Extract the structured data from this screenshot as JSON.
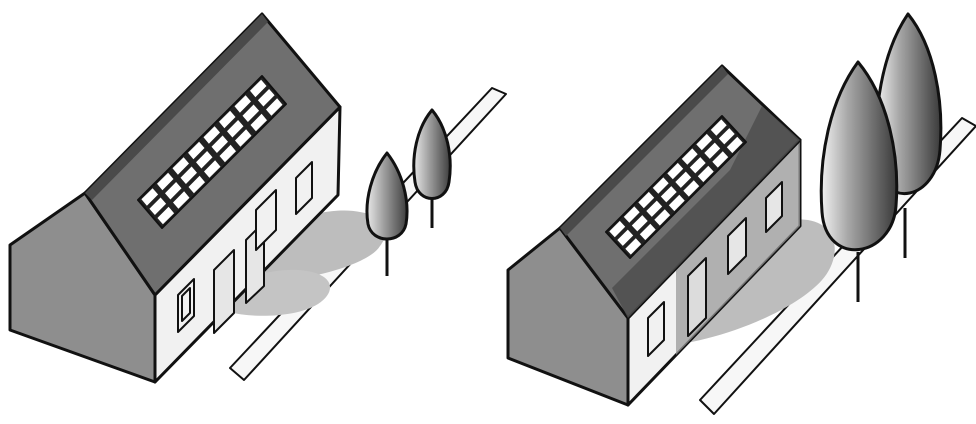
{
  "panels": [
    {
      "id": "left",
      "tree_count": 2,
      "tree_size": "small",
      "roof_shaded": false
    },
    {
      "id": "right",
      "tree_count": 2,
      "tree_size": "large",
      "roof_shaded": true
    }
  ],
  "solar_panel_grid": {
    "rows": 3,
    "columns": 8
  },
  "colors": {
    "outline": "#111111",
    "roof": "#6f6f6f",
    "roof_shaded": "#4f4f4f",
    "gable_wall": "#8e8e8e",
    "front_wall": "#f1f1f1",
    "ground_shadow": "#bdbdbd",
    "solar_cell": "#ffffff",
    "path": "#f7f7f7"
  }
}
